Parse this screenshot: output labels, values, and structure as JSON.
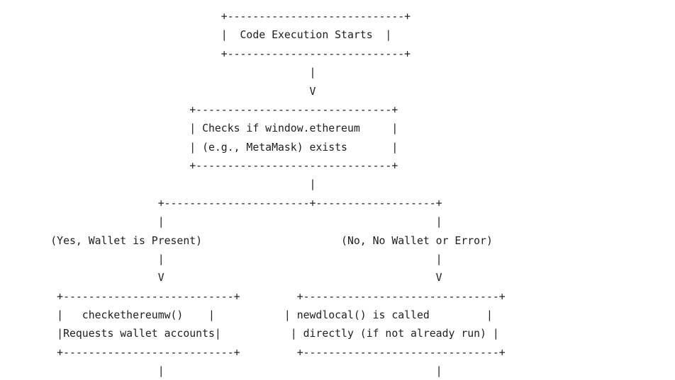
{
  "diagram": {
    "lines": [
      "                                   +----------------------------+",
      "                                   |  Code Execution Starts  |",
      "                                   +----------------------------+",
      "                                                 |",
      "                                                 V",
      "                              +-------------------------------+",
      "                              | Checks if window.ethereum     |",
      "                              | (e.g., MetaMask) exists       |",
      "                              +-------------------------------+",
      "                                                 |",
      "                         +-----------------------+-------------------+",
      "                         |                                           |",
      "        (Yes, Wallet is Present)                      (No, No Wallet or Error)",
      "                         |                                           |",
      "                         V                                           V",
      "         +---------------------------+         +-------------------------------+",
      "         |   checkethereumw()    |           | newdlocal() is called         |",
      "         |Requests wallet accounts|           | directly (if not already run) |",
      "         +---------------------------+         +-------------------------------+",
      "                         |                                           |"
    ]
  }
}
